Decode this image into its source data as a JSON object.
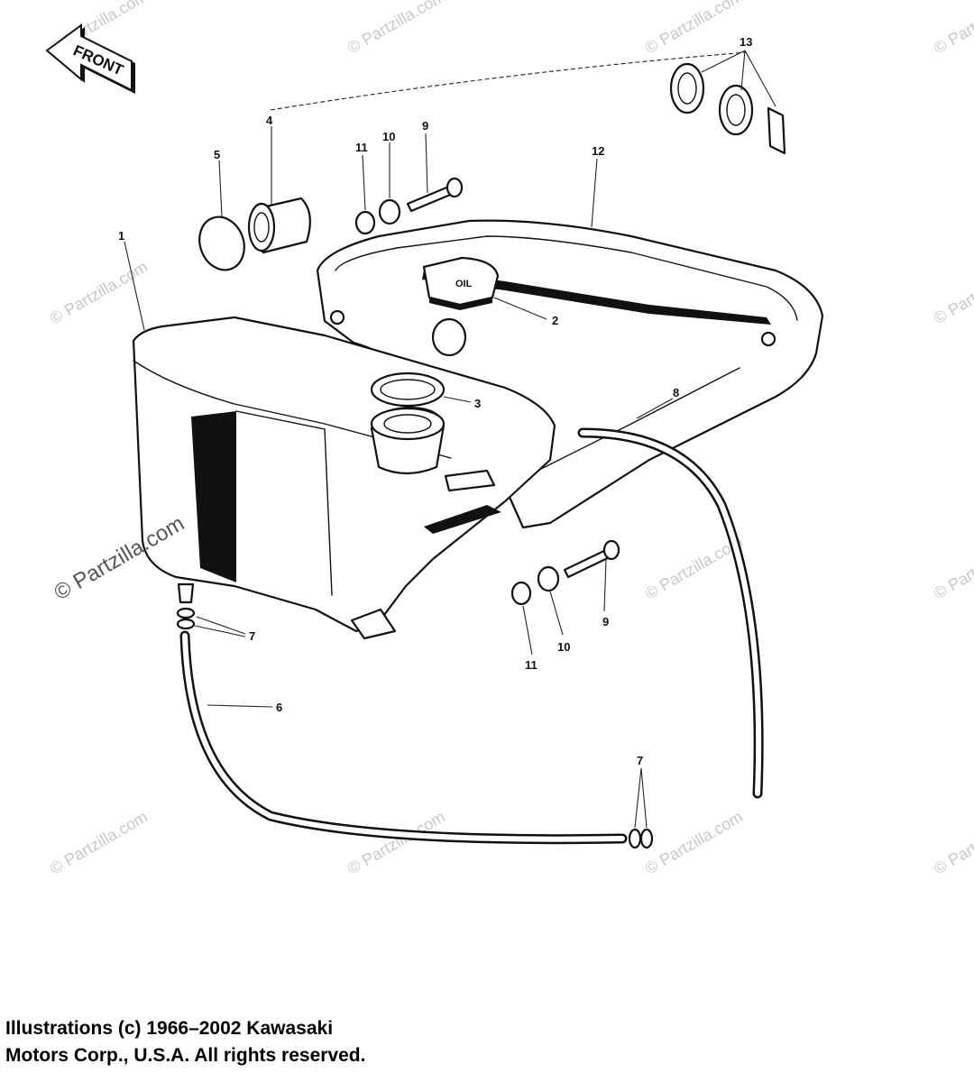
{
  "diagram": {
    "front_label": "FRONT",
    "oil_cap_text": "OIL",
    "callouts": {
      "c1": "1",
      "c2": "2",
      "c3": "3",
      "c4": "4",
      "c5": "5",
      "c6": "6",
      "c7a": "7",
      "c7b": "7",
      "c8": "8",
      "c9a": "9",
      "c9b": "9",
      "c10a": "10",
      "c10b": "10",
      "c11a": "11",
      "c11b": "11",
      "c12": "12",
      "c13": "13"
    },
    "watermark_small": "© Partzilla.com",
    "watermark_large": "© Partzilla.com"
  },
  "footer": {
    "line1": "Illustrations (c) 1966–2002 Kawasaki",
    "line2": "Motors Corp., U.S.A.  All rights reserved."
  },
  "colors": {
    "ink": "#111111",
    "watermark": "#c8c8c8",
    "background": "#ffffff"
  }
}
